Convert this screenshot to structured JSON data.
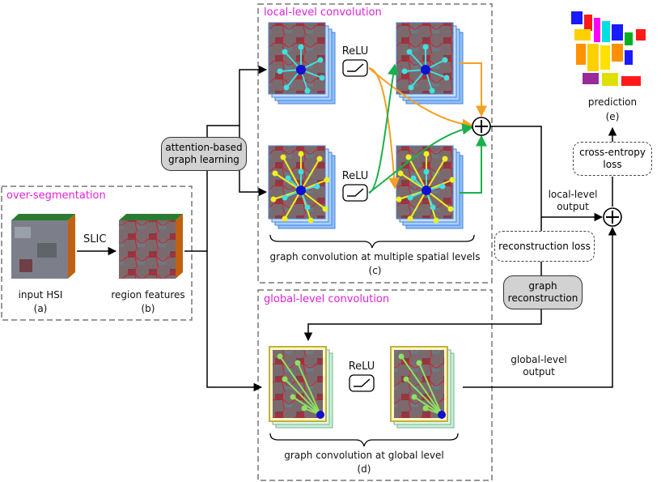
{
  "sections": {
    "local_title": "local-level convolution",
    "global_title": "global-level convolution",
    "overseg_title": "over-segmentation"
  },
  "labels": {
    "slic": "SLIC",
    "input_hsi": "input HSI",
    "a": "(a)",
    "region_features": "region features",
    "b": "(b)",
    "relu": "ReLU",
    "graph_conv_multi": "graph convolution at multiple spatial levels",
    "c": "(c)",
    "graph_conv_global": "graph convolution at global level",
    "d": "(d)",
    "attention_line1": "attention-based",
    "attention_line2": "graph learning",
    "graph_recon_line1": "graph",
    "graph_recon_line2": "reconstruction",
    "reconstruction_loss": "reconstruction loss",
    "local_output_line1": "local-level",
    "local_output_line2": "output",
    "global_output_line1": "global-level",
    "global_output_line2": "output",
    "cross_entropy_line1": "cross-entropy",
    "cross_entropy_line2": "loss",
    "prediction": "prediction",
    "e": "(e)"
  },
  "colors": {
    "section_title": "#e020d8",
    "orange_arrow": "#f5a020",
    "green_arrow": "#1ab04a",
    "node_blue": "#1010d0",
    "cyan_node": "#40e0e0",
    "yellow_node": "#f0f020",
    "light_green": "#90e060"
  }
}
